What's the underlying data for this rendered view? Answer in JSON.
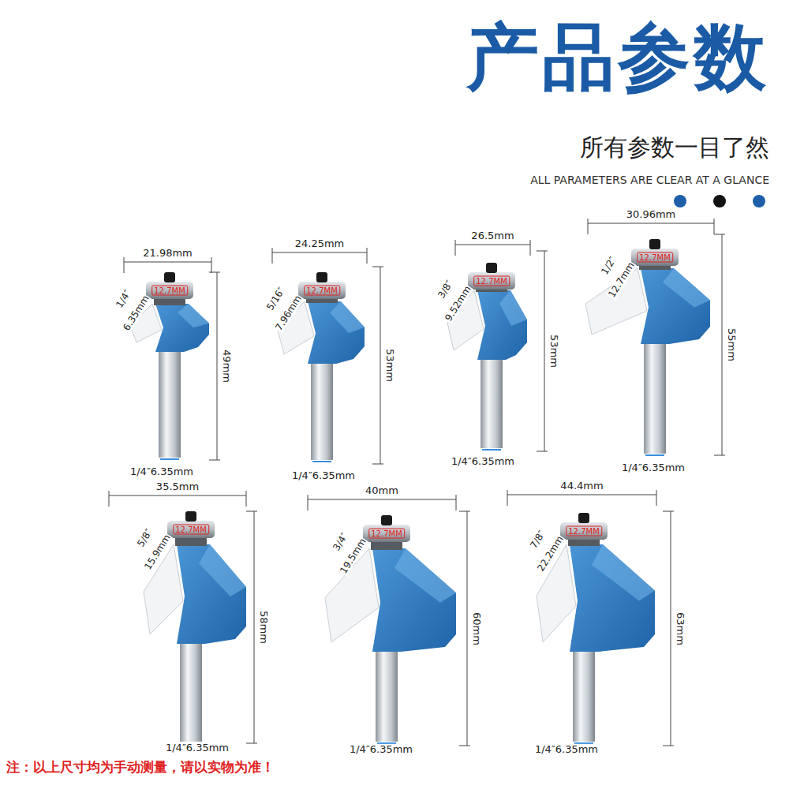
{
  "diagram": {
    "title": "产品参数",
    "caption": "注：以上尺寸均为手动测量，请以实物为准！",
    "labels": [
      "所有参数一目了然",
      "ALL PARAMETERS ARE CLEAR AT A GLANCE",
      "21.98mm",
      "1/4″",
      "6.35mm",
      "12.7MM",
      "49mm",
      "1/4″6.35mm",
      "24.25mm",
      "5/16″",
      "7.96mm",
      "12.7MM",
      "53mm",
      "1/4″6.35mm",
      "26.5mm",
      "3/8″",
      "9.52mm",
      "12.7MM",
      "53mm",
      "1/4″6.35mm",
      "30.96mm",
      "1/2″",
      "12.7mm",
      "12.7MM",
      "55mm",
      "1/4″6.35mm",
      "35.5mm",
      "5/8″",
      "15.9mm",
      "12.7MM",
      "58mm",
      "1/4″6.35mm",
      "40mm",
      "3/4″",
      "19.5mm",
      "12.7MM",
      "60mm",
      "1/4″6.35mm",
      "44.4mm",
      "7/8″",
      "22.2mm",
      "12.7MM",
      "63mm",
      "1/4″6.35mm"
    ]
  }
}
